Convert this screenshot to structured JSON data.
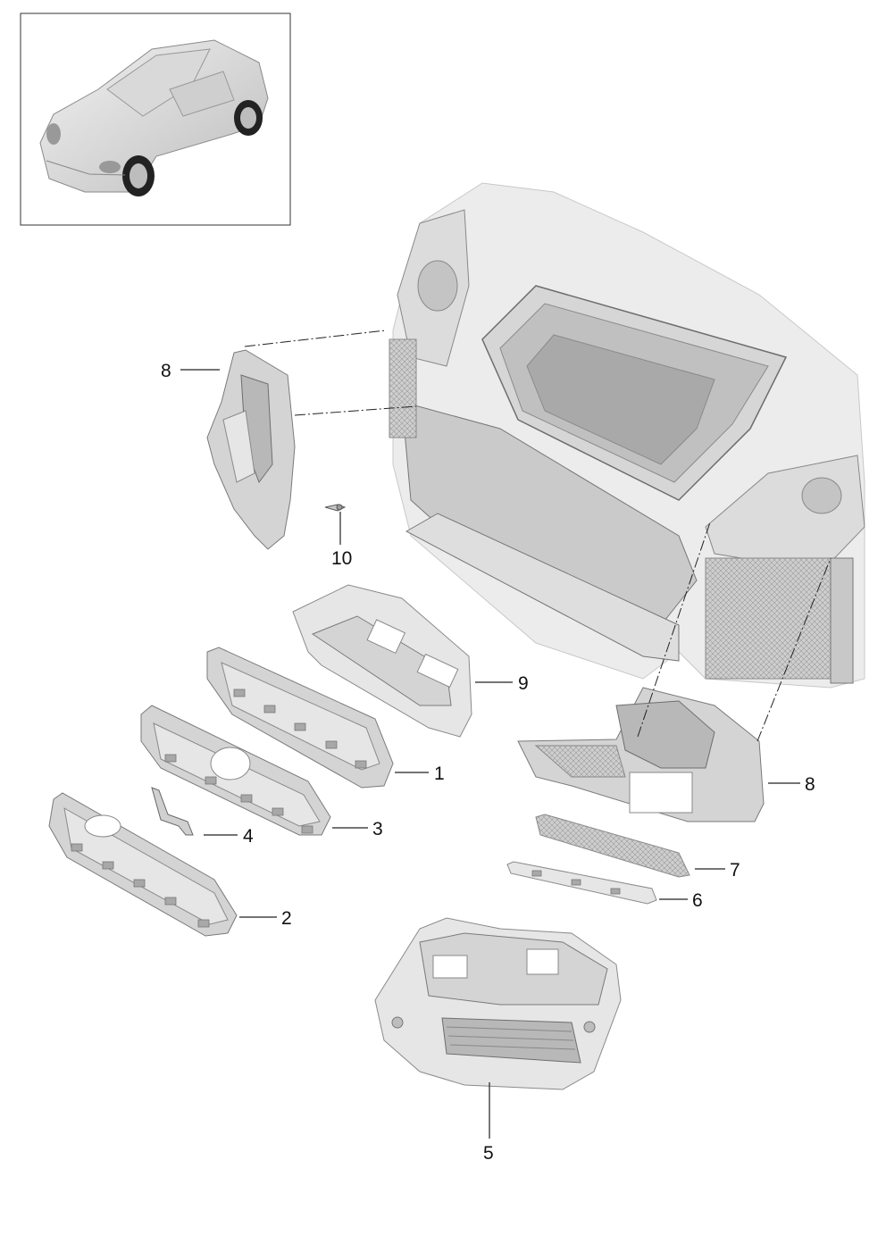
{
  "diagram": {
    "callouts": [
      {
        "id": "c8a",
        "label": "8"
      },
      {
        "id": "c10",
        "label": "10"
      },
      {
        "id": "c9",
        "label": "9"
      },
      {
        "id": "c1",
        "label": "1"
      },
      {
        "id": "c3",
        "label": "3"
      },
      {
        "id": "c4",
        "label": "4"
      },
      {
        "id": "c2",
        "label": "2"
      },
      {
        "id": "c8b",
        "label": "8"
      },
      {
        "id": "c7",
        "label": "7"
      },
      {
        "id": "c6",
        "label": "6"
      },
      {
        "id": "c5",
        "label": "5"
      }
    ]
  }
}
